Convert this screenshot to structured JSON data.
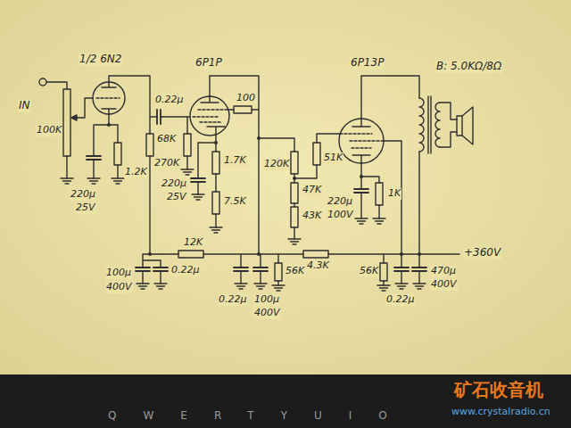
{
  "diagram": {
    "labels": [
      "1/2 6N2",
      "IN",
      "100K",
      "0.22μ",
      "6P1P",
      "100",
      "68K",
      "270K",
      "1.2K",
      "220μ",
      "25V",
      "1.7K",
      "220μ",
      "25V",
      "7.5K",
      "6P13P",
      "B: 5.0KΩ/8Ω",
      "120K",
      "51K",
      "47K",
      "43K",
      "220μ",
      "100V",
      "1K",
      "+360V",
      "100μ",
      "400V",
      "0.22μ",
      "12K",
      "0.22μ",
      "100μ",
      "400V",
      "56K",
      "4.3K",
      "56K",
      "0.22μ",
      "470μ",
      "400V",
      "矿石收音机",
      "www.crystalradio.cn",
      "QWERTYUIO"
    ]
  }
}
